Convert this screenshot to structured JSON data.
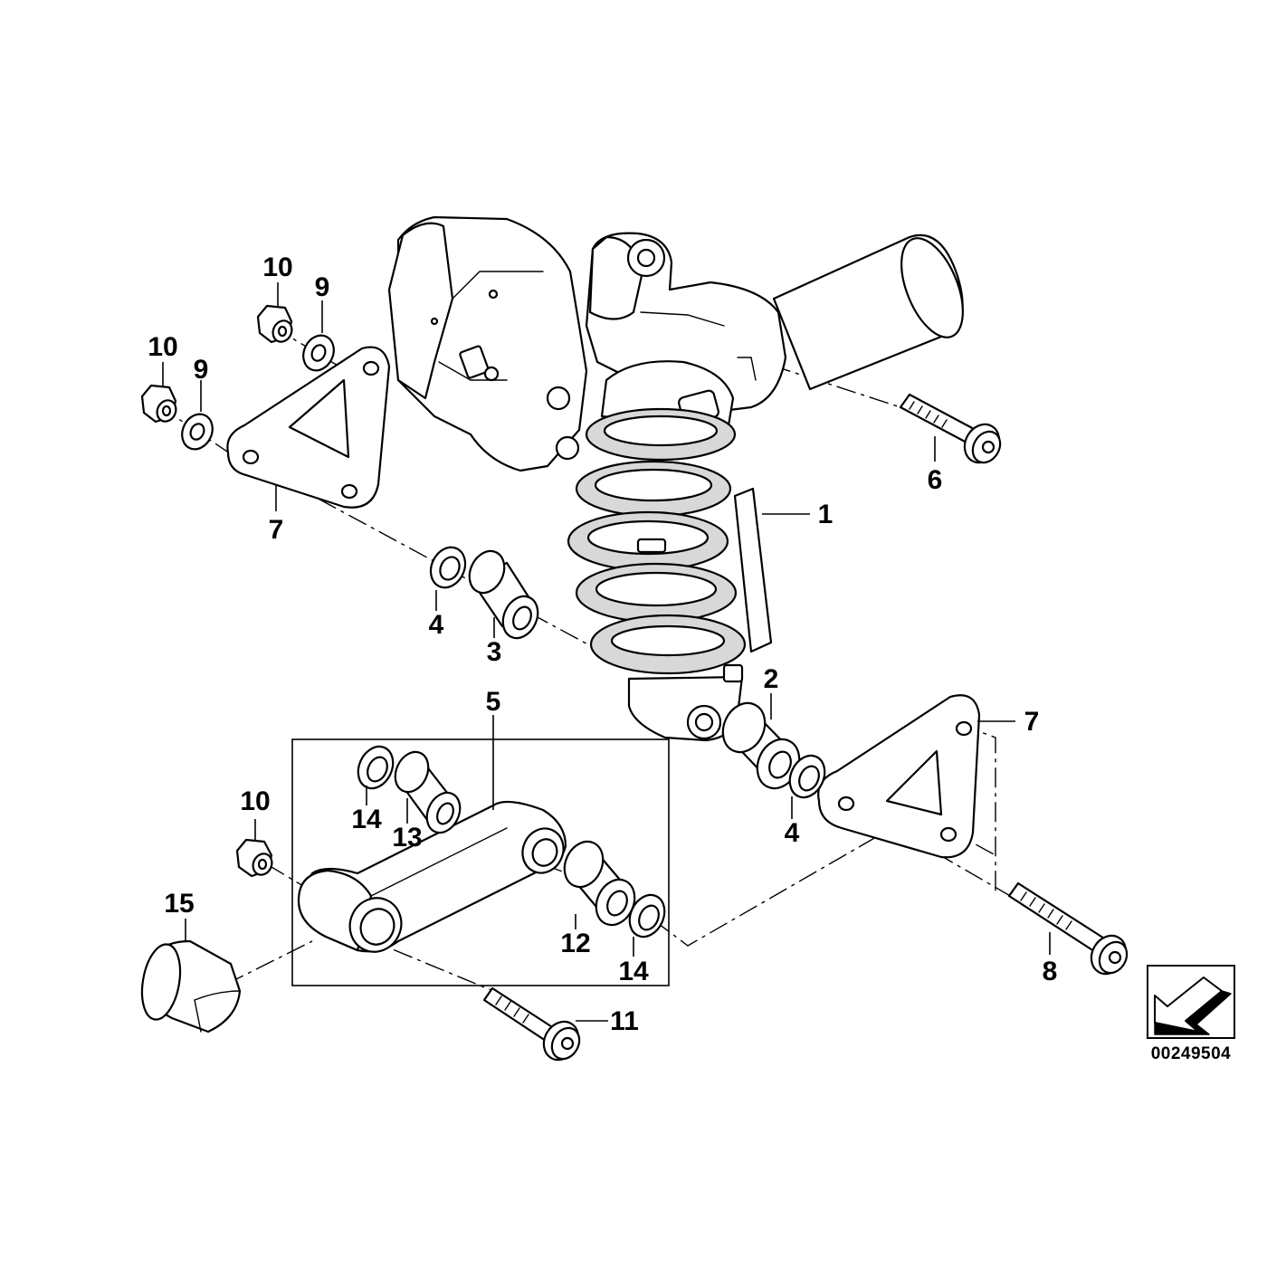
{
  "callouts": {
    "c1": "1",
    "c2": "2",
    "c3": "3",
    "c4a": "4",
    "c4b": "4",
    "c5": "5",
    "c6": "6",
    "c7a": "7",
    "c7b": "7",
    "c8": "8",
    "c9a": "9",
    "c9b": "9",
    "c10a": "10",
    "c10b": "10",
    "c10c": "10",
    "c11": "11",
    "c12": "12",
    "c13": "13",
    "c14a": "14",
    "c14b": "14",
    "c15": "15"
  },
  "reference_number": "00249504",
  "icons": {
    "orientation": "direction-arrow-icon"
  },
  "colors": {
    "line": "#000000",
    "background": "#ffffff",
    "shading": "#d8d8d8"
  }
}
